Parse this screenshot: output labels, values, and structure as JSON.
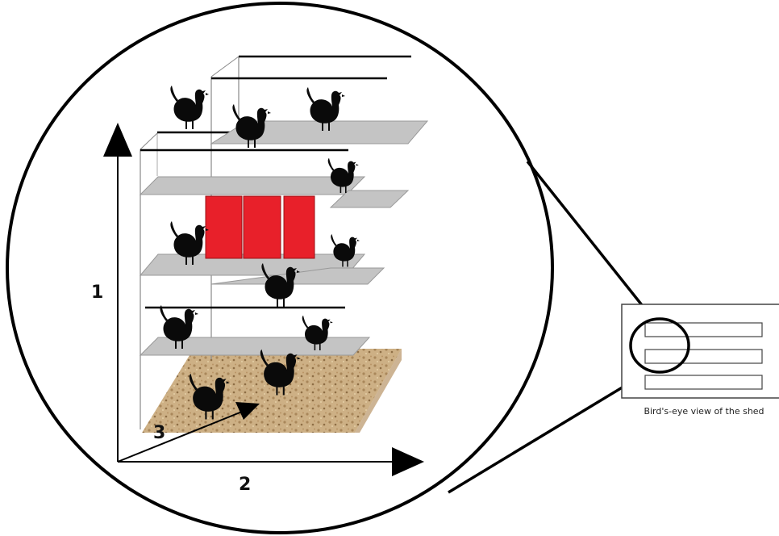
{
  "axes": {
    "vertical_label": "1",
    "horizontal_label": "2",
    "depth_label": "3"
  },
  "shed": {
    "caption": "Bird's-eye view of the shed",
    "strip_count": 3
  },
  "colors": {
    "outline": "#000000",
    "platform": "#c4c4c4",
    "red_block": "#e8202a",
    "litter": "#c9aa7c",
    "hen": "#000000"
  },
  "icons": {
    "hen": "hen-silhouette-icon",
    "arrow": "arrowhead-icon"
  }
}
